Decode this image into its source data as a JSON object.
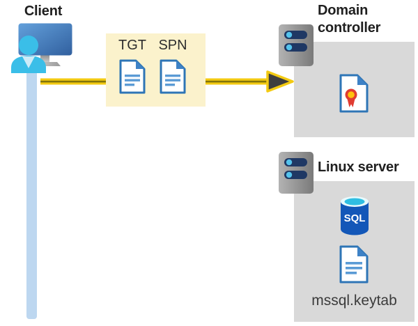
{
  "client": {
    "label": "Client"
  },
  "tickets": {
    "tgt": "TGT",
    "spn": "SPN"
  },
  "domain_controller": {
    "title": "Domain controller"
  },
  "linux_server": {
    "title": "Linux server",
    "sql": "SQL",
    "keytab": "mssql.keytab"
  },
  "colors": {
    "box_yellow": "#fbf2cc",
    "box_gray": "#d9d9d9",
    "arrow_yellow": "#f3ca12",
    "arrow_core_olive": "#837409",
    "arrowhead_dark": "#3e3e3e",
    "connection_light_blue": "#bdd7f0",
    "doc_border_blue": "#2e75b6",
    "doc_fold_blue": "#3e82c6",
    "doc_line_blue": "#5b9bd5",
    "person_cyan": "#3abee8",
    "person_collar": "#cdebf8",
    "server_slot_navy": "#1f3864",
    "server_dot_cyan": "#54c3ec",
    "sql_body_blue": "#1357b8",
    "sql_top_cyan": "#2fbee2",
    "sql_rim_light": "#e8fafd",
    "rosette_red": "#e03c31",
    "rosette_yellow": "#ffc20e"
  }
}
